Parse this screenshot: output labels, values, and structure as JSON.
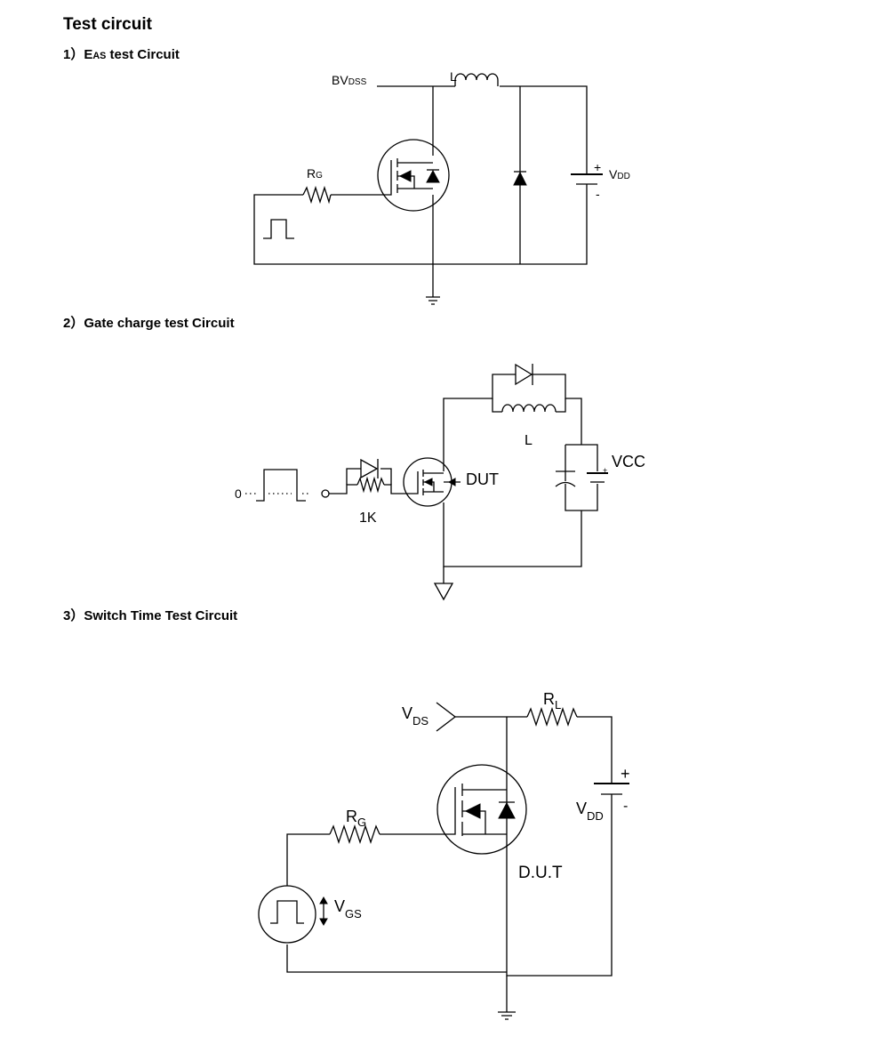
{
  "title": "Test circuit",
  "sections": [
    {
      "number": "1）",
      "label_main": "E",
      "label_sub": "AS",
      "label_rest": " test Circuit",
      "components": {
        "bvdss_main": "BV",
        "bvdss_sub": "DSS",
        "inductor": "L",
        "rg_main": "R",
        "rg_sub": "G",
        "plus": "+",
        "minus": "-",
        "vdd_main": "V",
        "vdd_sub": "DD"
      }
    },
    {
      "number": "2）",
      "label": "Gate charge test Circuit",
      "components": {
        "zero": "0",
        "resistor": "1K",
        "dut": "DUT",
        "inductor": "L",
        "vcc": "VCC",
        "plus": "+"
      }
    },
    {
      "number": "3）",
      "label": "Switch Time Test Circuit",
      "components": {
        "vds_main": "V",
        "vds_sub": "DS",
        "rl_main": "R",
        "rl_sub": "L",
        "rg_main": "R",
        "rg_sub": "G",
        "vdd_main": "V",
        "vdd_sub": "DD",
        "plus": "+",
        "minus": "-",
        "dut": "D.U.T",
        "vgs_main": "V",
        "vgs_sub": "GS"
      }
    }
  ]
}
